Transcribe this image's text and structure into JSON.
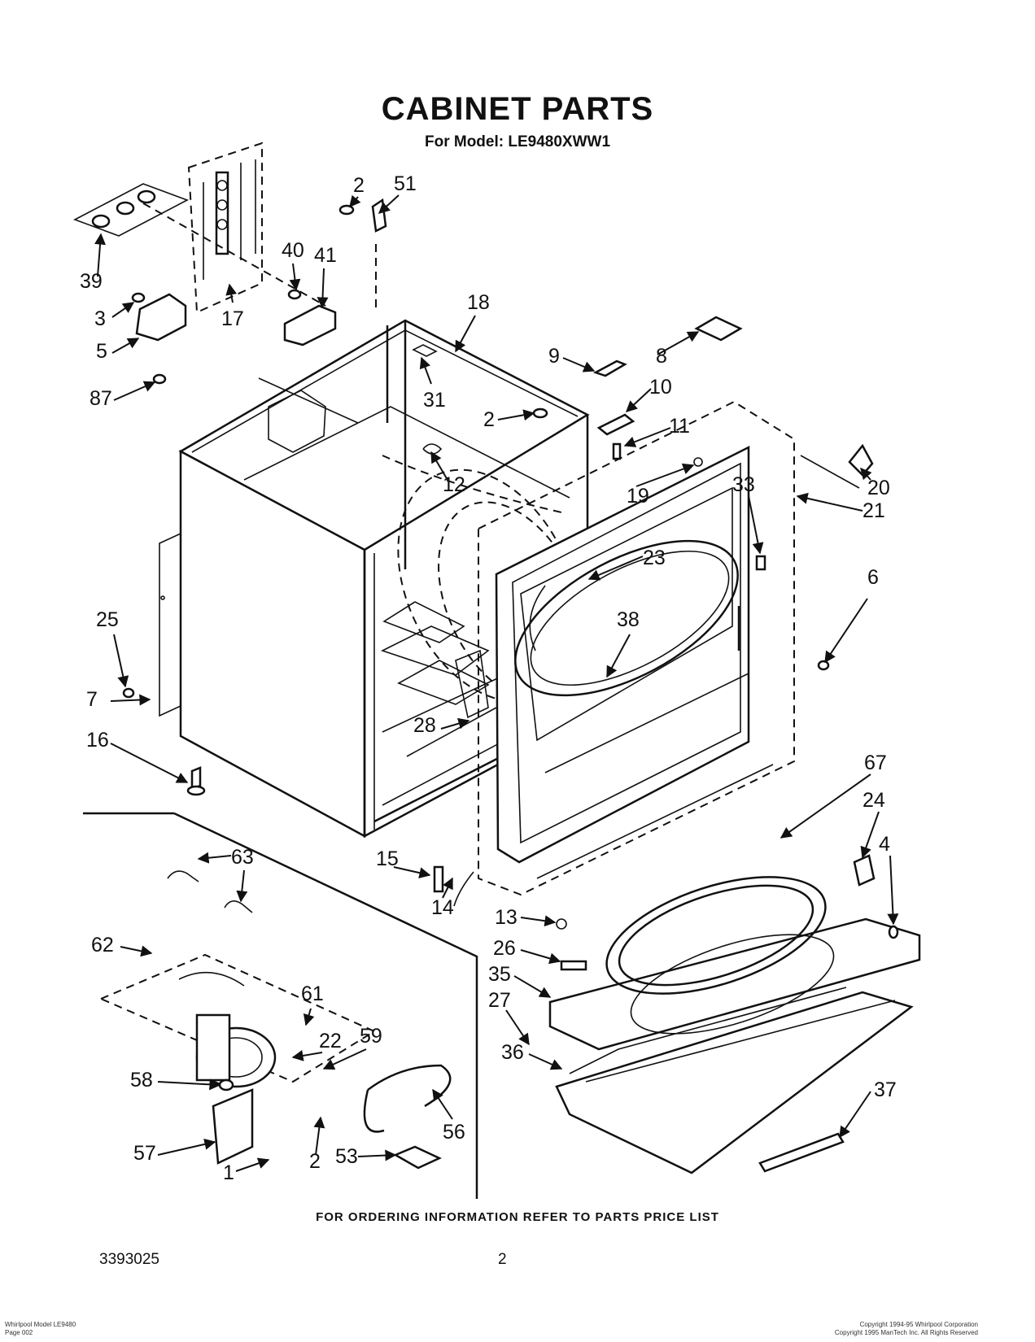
{
  "title": "CABINET PARTS",
  "model_line": "For Model: LE9480XWW1",
  "ordering_note": "FOR ORDERING INFORMATION REFER TO PARTS PRICE LIST",
  "document_number": "3393025",
  "page_number": "2",
  "meta_left": [
    "Whirlpool Model LE9480",
    "Page 002"
  ],
  "meta_right": [
    "Copyright 1994-95 Whirlpool Corporation",
    "Copyright 1995 ManTech Inc. All Rights Reserved"
  ],
  "callouts": [
    "2",
    "51",
    "39",
    "3",
    "5",
    "87",
    "17",
    "40",
    "41",
    "18",
    "9",
    "8",
    "10",
    "31",
    "2",
    "11",
    "19",
    "20",
    "21",
    "33",
    "12",
    "23",
    "6",
    "25",
    "7",
    "16",
    "38",
    "28",
    "67",
    "24",
    "4",
    "63",
    "62",
    "61",
    "22",
    "59",
    "15",
    "14",
    "13",
    "26",
    "35",
    "27",
    "36",
    "37",
    "58",
    "56",
    "53",
    "57",
    "1",
    "2"
  ]
}
